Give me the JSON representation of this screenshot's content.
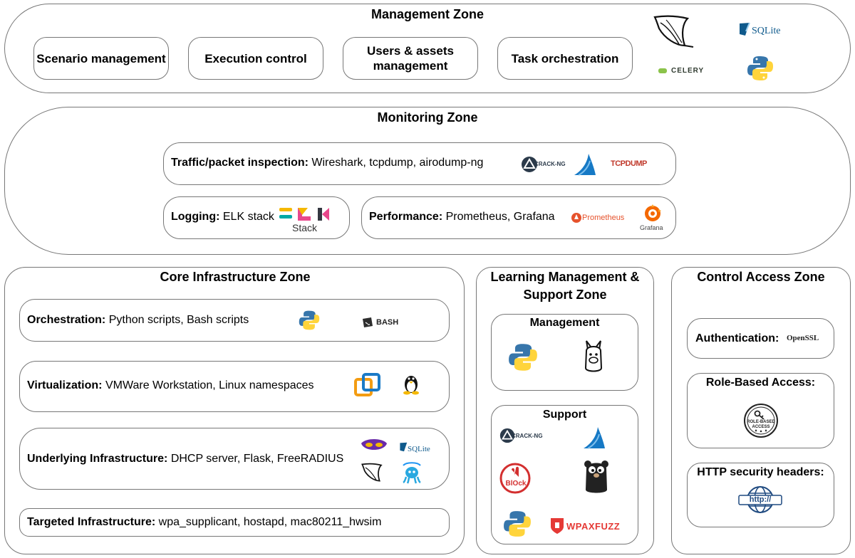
{
  "management_zone": {
    "title": "Management Zone",
    "items": [
      "Scenario management",
      "Execution control",
      "Users & assets management",
      "Task orchestration"
    ],
    "logo_sqlite": "SQLite",
    "logo_celery": "CELERY"
  },
  "monitoring_zone": {
    "title": "Monitoring Zone",
    "traffic": {
      "label": "Traffic/packet inspection:",
      "text": "Wireshark, tcpdump, airodump-ng"
    },
    "logging": {
      "label": "Logging:",
      "text": "ELK stack"
    },
    "performance": {
      "label": "Performance:",
      "text": "Prometheus, Grafana"
    },
    "logos": {
      "aircrack": "CRACK-NG",
      "tcpdump": "TCPDUMP",
      "elk_stack": "Stack",
      "prometheus": "Prometheus",
      "grafana": "Grafana"
    }
  },
  "core_zone": {
    "title": "Core Infrastructure Zone",
    "rows": [
      {
        "label": "Orchestration:",
        "text": "Python scripts, Bash scripts"
      },
      {
        "label": "Virtualization:",
        "text": "VMWare Workstation, Linux namespaces"
      },
      {
        "label": "Underlying Infrastructure:",
        "text": "DHCP server, Flask,  FreeRADIUS"
      },
      {
        "label": "Targeted Infrastructure:",
        "text": "wpa_supplicant, hostapd,  mac80211_hwsim"
      }
    ],
    "logos": {
      "bash": "BASH",
      "sqlite": "SQLite"
    }
  },
  "learning_zone": {
    "title_line1": "Learning Management &",
    "title_line2": "Support Zone",
    "management": "Management",
    "support": "Support",
    "logos": {
      "aircrack": "CRACK-NG",
      "block": "BlOck",
      "wpaxfuzz": "WPAXFUZZ"
    }
  },
  "access_zone": {
    "title": "Control Access Zone",
    "authentication": "Authentication:",
    "openssl": "OpenSSL",
    "rbac": "Role-Based Access:",
    "rbac_badge_line1": "ROLE-BASED",
    "rbac_badge_line2": "ACCESS",
    "http_headers": "HTTP security headers:",
    "http_badge": "http://"
  }
}
